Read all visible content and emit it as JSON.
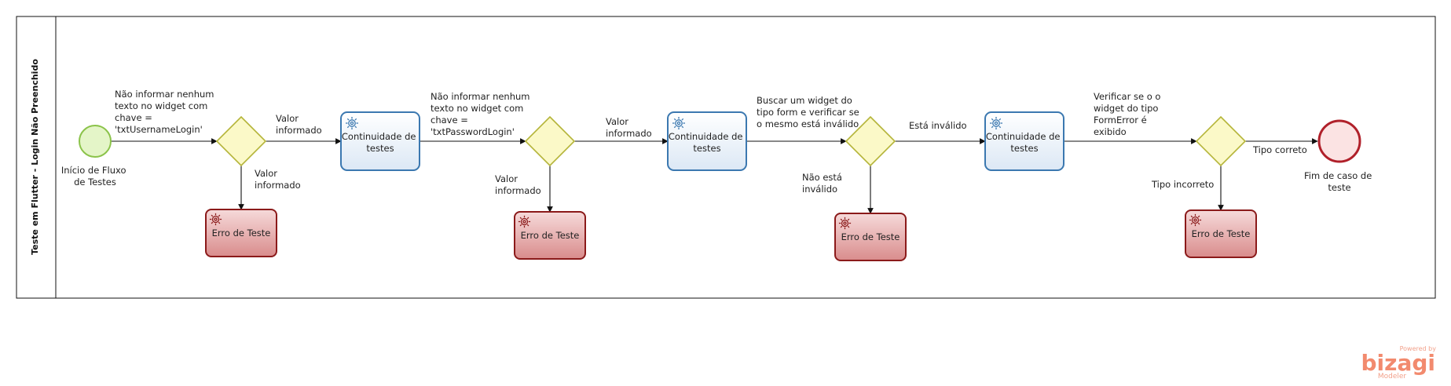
{
  "pool": {
    "label": "Teste em Flutter  - Login Não Preenchido"
  },
  "start_event": {
    "label": "Início de Fluxo de Testes",
    "lines": [
      "Início de Fluxo",
      "de Testes"
    ]
  },
  "end_event": {
    "label": "Fim de caso de teste",
    "lines": [
      "Fim de caso de",
      "teste"
    ]
  },
  "tasks": [
    {
      "id": "t1",
      "kind": "normal",
      "lines": [
        "Continuidade de",
        "testes"
      ]
    },
    {
      "id": "t2",
      "kind": "normal",
      "lines": [
        "Continuidade de",
        "testes"
      ]
    },
    {
      "id": "t3",
      "kind": "normal",
      "lines": [
        "Continuidade de",
        "testes"
      ]
    },
    {
      "id": "e1",
      "kind": "error",
      "lines": [
        "Erro de Teste"
      ]
    },
    {
      "id": "e2",
      "kind": "error",
      "lines": [
        "Erro de Teste"
      ]
    },
    {
      "id": "e3",
      "kind": "error",
      "lines": [
        "Erro de Teste"
      ]
    },
    {
      "id": "e4",
      "kind": "error",
      "lines": [
        "Erro de Teste"
      ]
    }
  ],
  "flow_labels": {
    "f1": [
      "Não informar nenhum",
      "texto no widget com",
      "chave =",
      "'txtUsernameLogin'"
    ],
    "f2": [
      "Valor",
      "informado"
    ],
    "f3": [
      "Valor",
      "informado"
    ],
    "f4": [
      "Não informar nenhum",
      "texto no widget com",
      "chave =",
      "'txtPasswordLogin'"
    ],
    "f5": [
      "Valor",
      "informado"
    ],
    "f6": [
      "Valor",
      "informado"
    ],
    "f7": [
      "Buscar um widget do",
      "tipo form e verificar se",
      "o mesmo está inválido"
    ],
    "f8": [
      "Está inválido"
    ],
    "f9": [
      "Não está",
      "inválido"
    ],
    "f10": [
      "Verificar se o o",
      "widget do tipo",
      "FormError é",
      "exibido"
    ],
    "f11": [
      "Tipo correto"
    ],
    "f12": [
      "Tipo incorreto"
    ]
  },
  "branding": {
    "powered": "Powered by",
    "name": "bizagi",
    "product": "Modeler"
  },
  "colors": {
    "start_fill": "#e4f5c8",
    "start_stroke": "#8bc34a",
    "end_fill": "#fbe3e3",
    "end_stroke": "#b0202a",
    "gateway_fill": "#fbf9c8",
    "gateway_stroke": "#b5b53a",
    "task_fill": "#eef4fb",
    "task_stroke": "#3b78b0",
    "error_fill": "#e5a9a9",
    "error_stroke": "#8b1a1a",
    "brand": "#f28a6e"
  }
}
